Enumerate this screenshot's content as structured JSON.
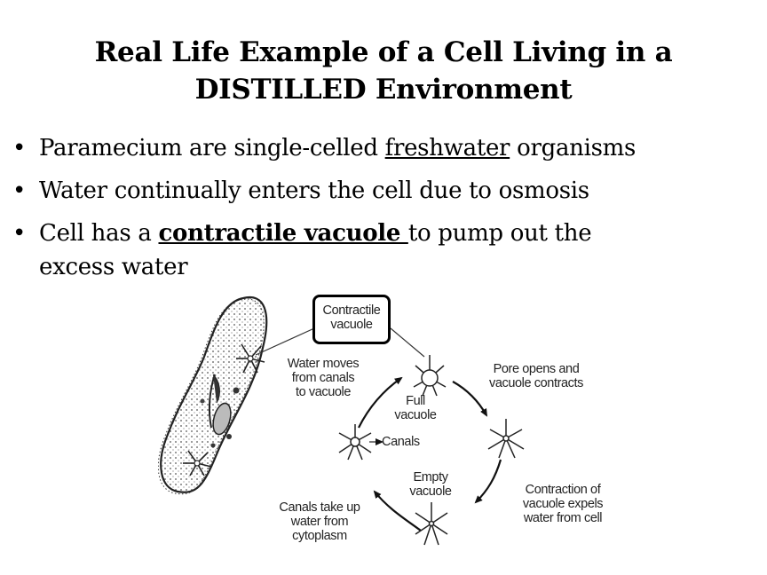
{
  "slide": {
    "title_line1": "Real Life Example of a Cell Living in a",
    "title_line2": "DISTILLED Environment",
    "bullets": [
      {
        "pre": "Paramecium are single-celled ",
        "em": "freshwater",
        "post": " organisms"
      },
      {
        "text": "Water continually enters the cell due to osmosis"
      },
      {
        "pre": "Cell has a ",
        "em": "contractile vacuole ",
        "post": "to pump out the",
        "line2": "excess water"
      }
    ]
  },
  "figure": {
    "labels": {
      "contractile_vacuole": "Contractile\nvacuole",
      "water_moves": "Water moves\nfrom canals\nto vacuole",
      "pore_opens": "Pore opens and\nvacuole contracts",
      "full_vacuole": "Full\nvacuole",
      "canals": "Canals",
      "empty_vacuole": "Empty\nvacuole",
      "contraction_expels": "Contraction of\nvacuole expels\nwater from cell",
      "canals_take_up": "Canals take up\nwater from\ncytoplasm"
    }
  }
}
